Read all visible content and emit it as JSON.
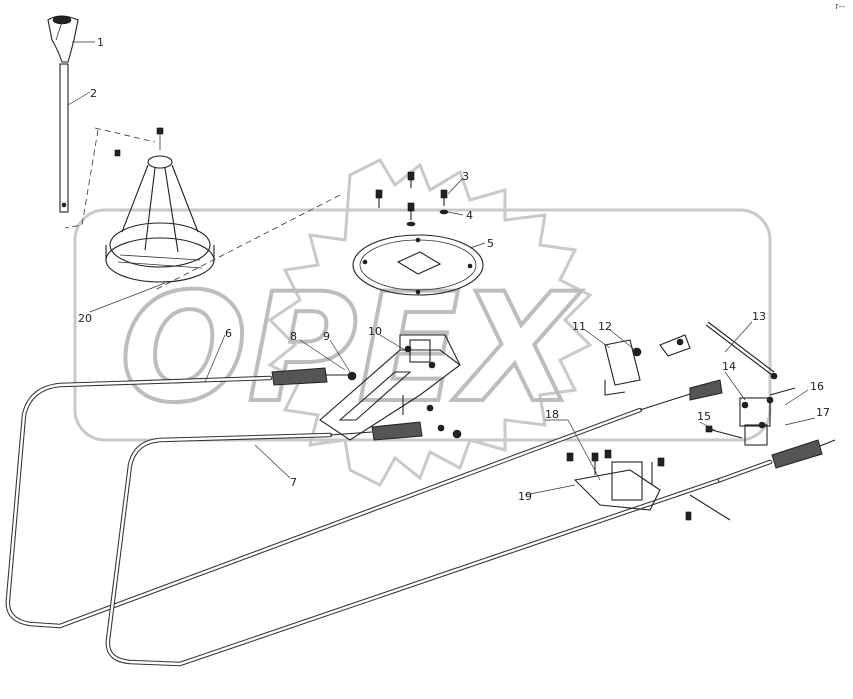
{
  "watermark": {
    "text": "OPEX"
  },
  "corner_mark": "r--",
  "callouts": [
    "1",
    "2",
    "3",
    "4",
    "5",
    "6",
    "7",
    "8",
    "9",
    "10",
    "11",
    "12",
    "13",
    "14",
    "15",
    "16",
    "17",
    "18",
    "19",
    "20"
  ]
}
